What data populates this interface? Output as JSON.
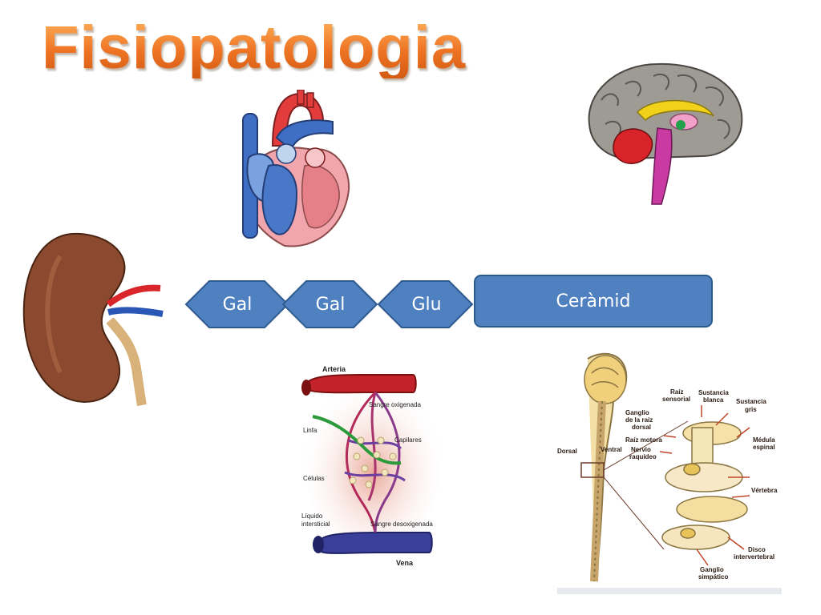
{
  "title": "Fisiopatologia",
  "chain": {
    "units": [
      "Gal",
      "Gal",
      "Glu"
    ],
    "anchor": "Ceràmid"
  },
  "capillary": {
    "labels": [
      "Arteria",
      "Sangre oxigenada",
      "Linfa",
      "Capilares",
      "Células",
      "Líquido",
      "intersticial",
      "Sangre desoxigenada",
      "Vena"
    ]
  },
  "spine": {
    "labels": [
      "Raíz",
      "sensorial",
      "Sustancia",
      "blanca",
      "Sustancia",
      "gris",
      "Ganglio",
      "de la raíz",
      "dorsal",
      "Raíz motora",
      "Nervio",
      "raquídeo",
      "Médula",
      "espinal",
      "Dorsal",
      "Ventral",
      "Vértebra",
      "Disco",
      "intervertebral",
      "Ganglio",
      "simpático"
    ]
  },
  "colors": {
    "title": "#f07a22",
    "chain_fill": "#4f80c0",
    "chain_stroke": "#2f5a8f"
  }
}
